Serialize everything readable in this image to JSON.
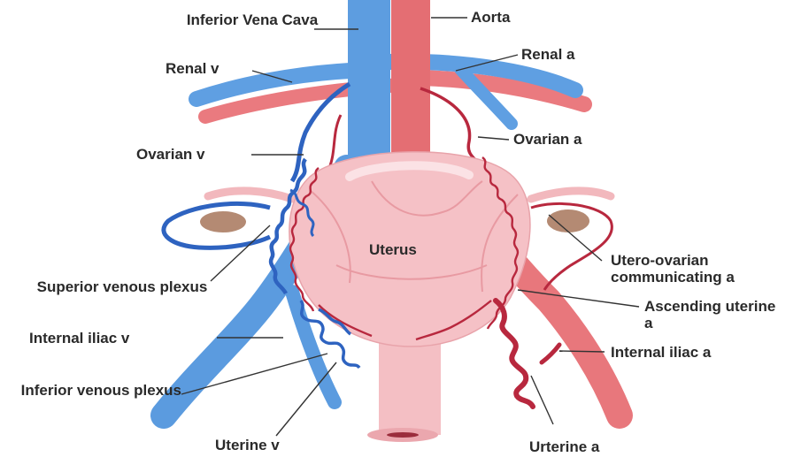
{
  "colors": {
    "vein": "#4a90d9",
    "vein_dark": "#2b5db8",
    "artery": "#e36a6f",
    "artery_dark": "#b8283e",
    "uterus": "#f6c3c8",
    "ovary": "#b99078"
  },
  "labels": {
    "ivc": "Inferior Vena Cava",
    "aorta": "Aorta",
    "renal_v": "Renal v",
    "renal_a": "Renal a",
    "ovarian_v": "Ovarian v",
    "ovarian_a": "Ovarian a",
    "uterus": "Uterus",
    "superior_venous_plexus": "Superior venous plexus",
    "utero_ovarian_communicating_a": "Utero-ovarian communicating a",
    "ascending_uterine_a": "Ascending uterine a",
    "internal_iliac_v": "Internal iliac v",
    "internal_iliac_a": "Internal iliac a",
    "inferior_venous_plexus": "Inferior venous plexus",
    "uterine_v": "Uterine v",
    "uterine_a": "Urterine a"
  }
}
